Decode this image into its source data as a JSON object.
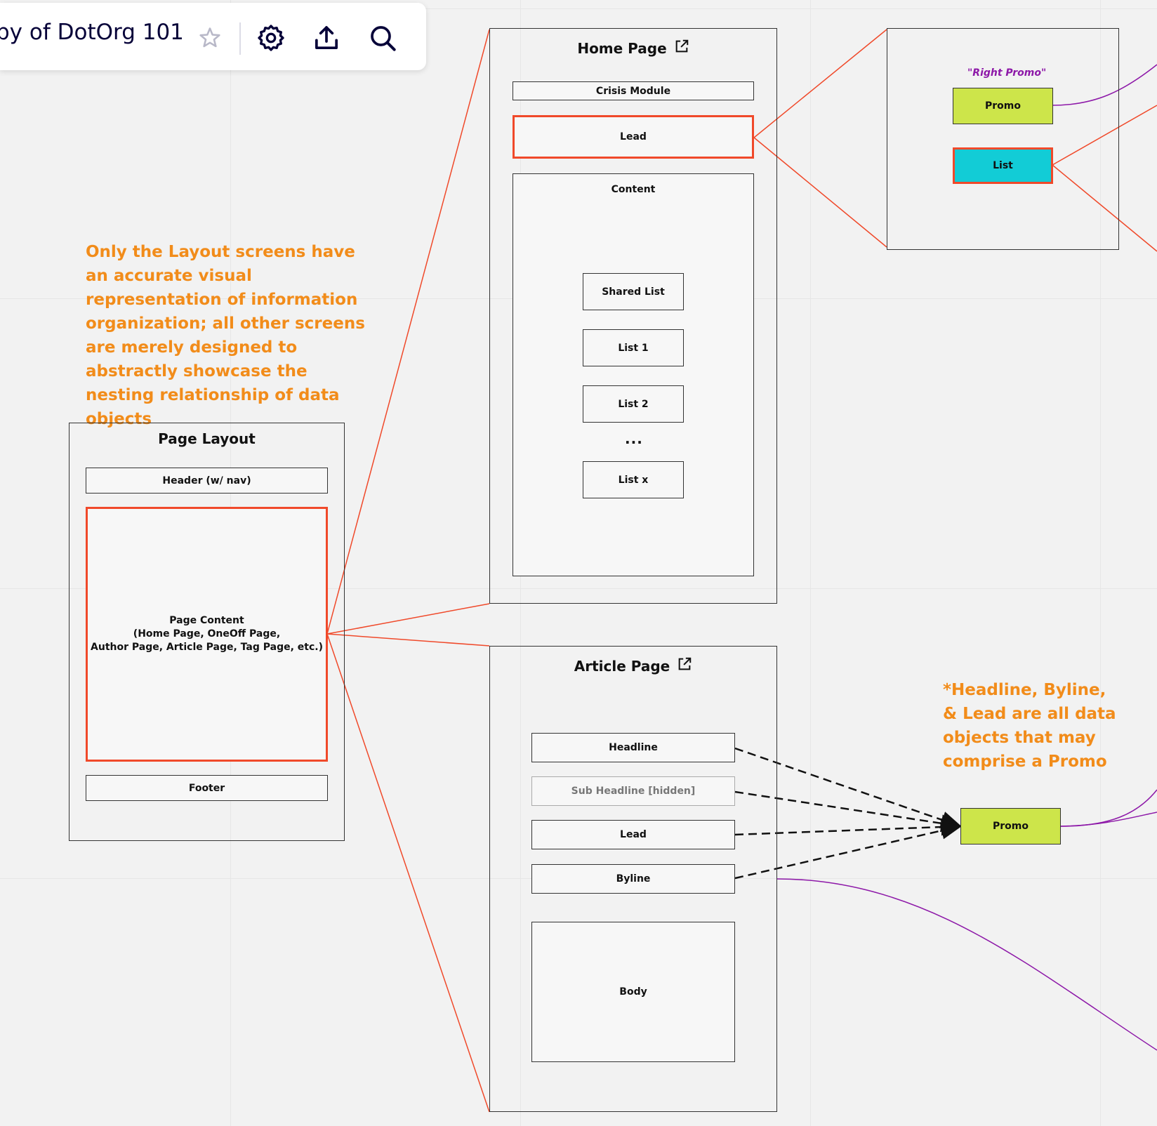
{
  "toolbar": {
    "board_title": "py of DotOrg 101",
    "icons": [
      "star-icon",
      "gear-icon",
      "upload-icon",
      "search-icon"
    ]
  },
  "notes": {
    "layout_note": "Only the Layout screens have an accurate visual representation of information organization; all other screens are merely designed to abstractly showcase the nesting relationship of data objects",
    "promo_note": "*Headline, Byline, & Lead are all data objects that may comprise a Promo"
  },
  "page_layout": {
    "title": "Page Layout",
    "header": "Header (w/ nav)",
    "content_line1": "Page Content",
    "content_line2": "(Home Page, OneOff Page,",
    "content_line3": "Author Page, Article Page, Tag Page, etc.)",
    "footer": "Footer"
  },
  "home_page": {
    "title": "Home Page",
    "crisis_module": "Crisis Module",
    "lead": "Lead",
    "content": "Content",
    "lists": [
      "Shared List",
      "List 1",
      "List 2"
    ],
    "ellipsis": "...",
    "list_x": "List x"
  },
  "right_promo": {
    "label": "\"Right Promo\"",
    "promo": "Promo",
    "list": "List"
  },
  "article_page": {
    "title": "Article Page",
    "headline": "Headline",
    "sub_headline": "Sub Headline [hidden]",
    "lead": "Lead",
    "byline": "Byline",
    "body": "Body"
  },
  "promo_object": {
    "label": "Promo"
  },
  "colors": {
    "red_link": "#f0492a",
    "purple_link": "#8d18a8",
    "note_orange": "#f28c1a",
    "promo_green": "#cde54a",
    "list_cyan": "#12ccd6"
  }
}
